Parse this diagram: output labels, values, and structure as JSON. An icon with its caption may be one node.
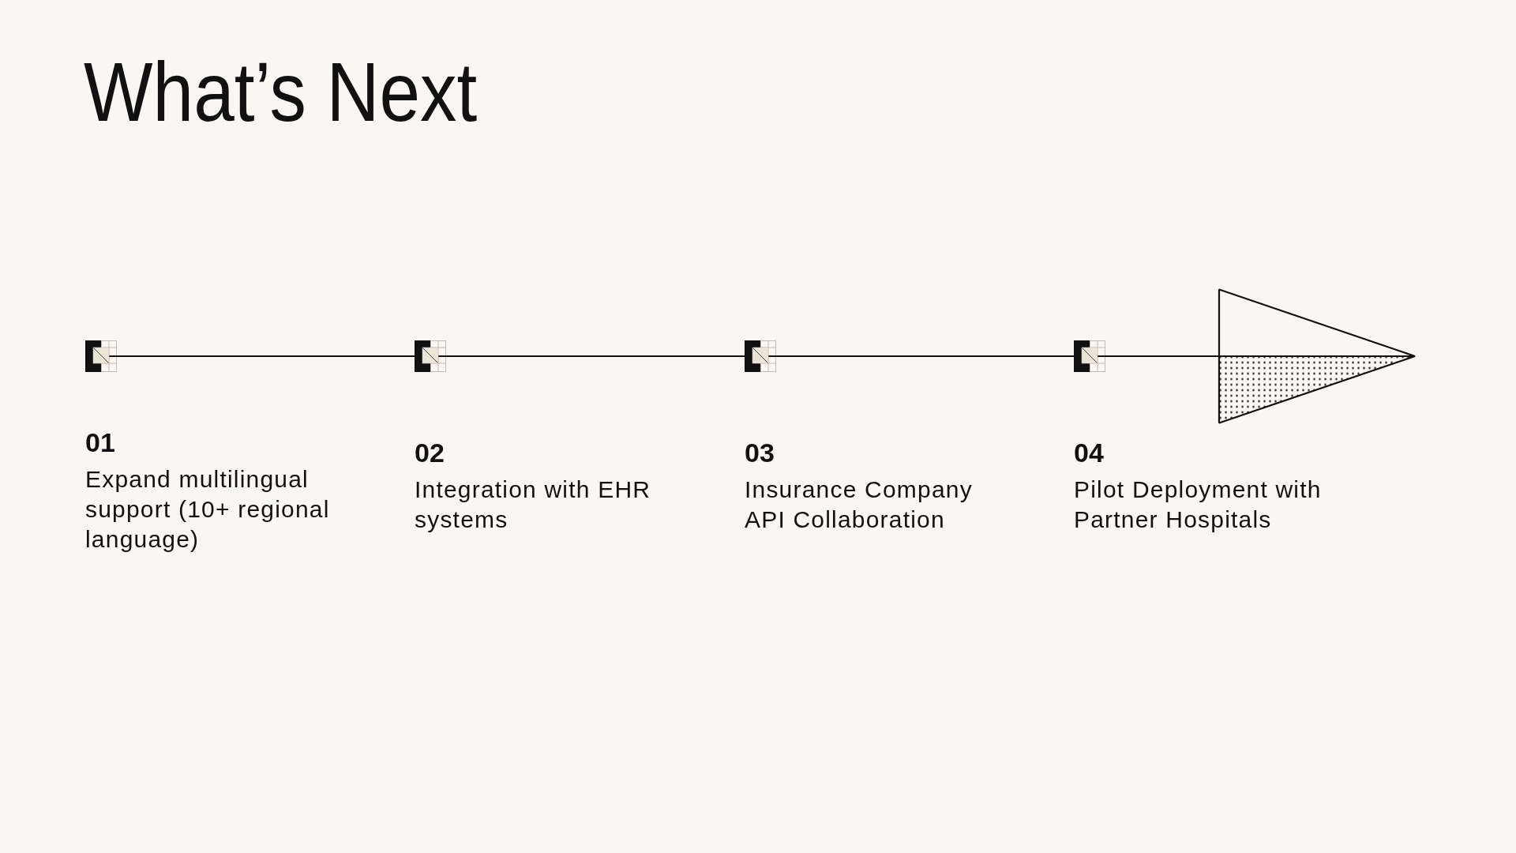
{
  "diagram": {
    "title": "What’s Next",
    "nodes": [
      {
        "text": [],
        "shape": "box",
        "beside": [
          "01",
          "Expand multilingual support (10+ regional language)"
        ]
      },
      {
        "text": [],
        "shape": "box",
        "beside": [
          "02",
          "Integration with EHR systems"
        ]
      },
      {
        "text": [],
        "shape": "box",
        "beside": [
          "03",
          "Insurance Company API Collaboration"
        ]
      },
      {
        "text": [],
        "shape": "box",
        "beside": [
          "04",
          "Pilot Deployment with Partner Hospitals"
        ]
      }
    ],
    "edges": [
      {
        "from": 0,
        "to": 1,
        "arrow": "none"
      },
      {
        "from": 1,
        "to": 2,
        "arrow": "none"
      },
      {
        "from": 2,
        "to": 3,
        "arrow": "none"
      },
      {
        "from": 3,
        "to": null,
        "arrow": "to"
      }
    ]
  }
}
